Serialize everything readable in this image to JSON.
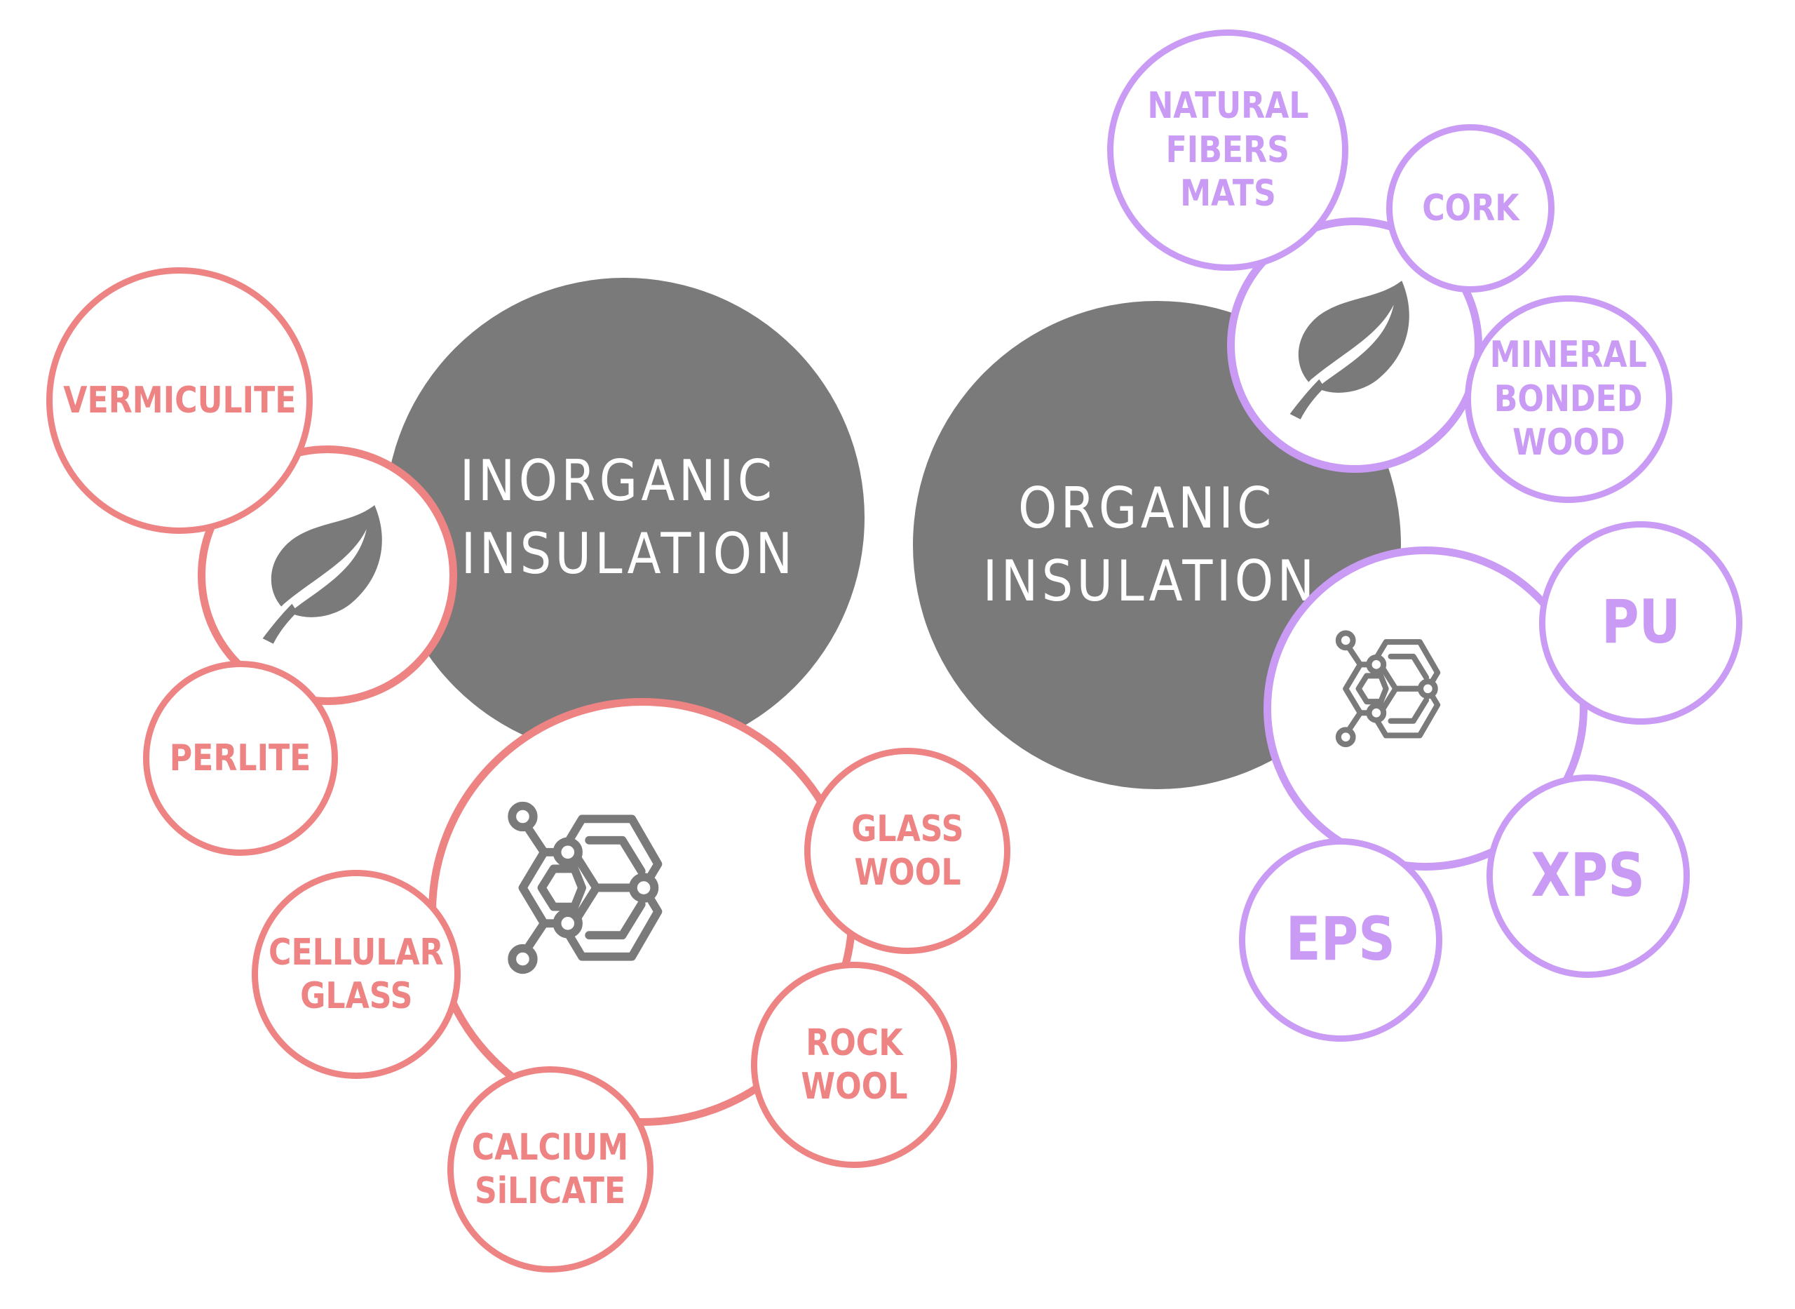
{
  "colors": {
    "inorganic_accent": "#ee8383",
    "organic_accent": "#c99bf5",
    "core_gray": "#7a7a7a",
    "background": "#ffffff"
  },
  "inorganic": {
    "title_line1": "INORGANIC",
    "title_line2": "INSULATION",
    "natural_group": {
      "icon": "leaf-icon",
      "items": [
        {
          "label_lines": [
            "VERMICULITE"
          ]
        },
        {
          "label_lines": [
            "PERLITE"
          ]
        }
      ]
    },
    "synthetic_group": {
      "icon": "molecule-icon",
      "items": [
        {
          "label_lines": [
            "GLASS",
            "WOOL"
          ]
        },
        {
          "label_lines": [
            "ROCK",
            "WOOL"
          ]
        },
        {
          "label_lines": [
            "CELLULAR",
            "GLASS"
          ]
        },
        {
          "label_lines": [
            "CALCIUM",
            "SiLICATE"
          ]
        }
      ]
    }
  },
  "organic": {
    "title_line1": "ORGANIC",
    "title_line2": "INSULATION",
    "natural_group": {
      "icon": "leaf-icon",
      "items": [
        {
          "label_lines": [
            "NATURAL",
            "FIBERS",
            "MATS"
          ]
        },
        {
          "label_lines": [
            "CORK"
          ]
        },
        {
          "label_lines": [
            "MINERAL",
            "BONDED",
            "WOOD"
          ]
        }
      ]
    },
    "synthetic_group": {
      "icon": "molecule-icon",
      "items": [
        {
          "label_lines": [
            "PU"
          ]
        },
        {
          "label_lines": [
            "XPS"
          ]
        },
        {
          "label_lines": [
            "EPS"
          ]
        }
      ]
    }
  }
}
